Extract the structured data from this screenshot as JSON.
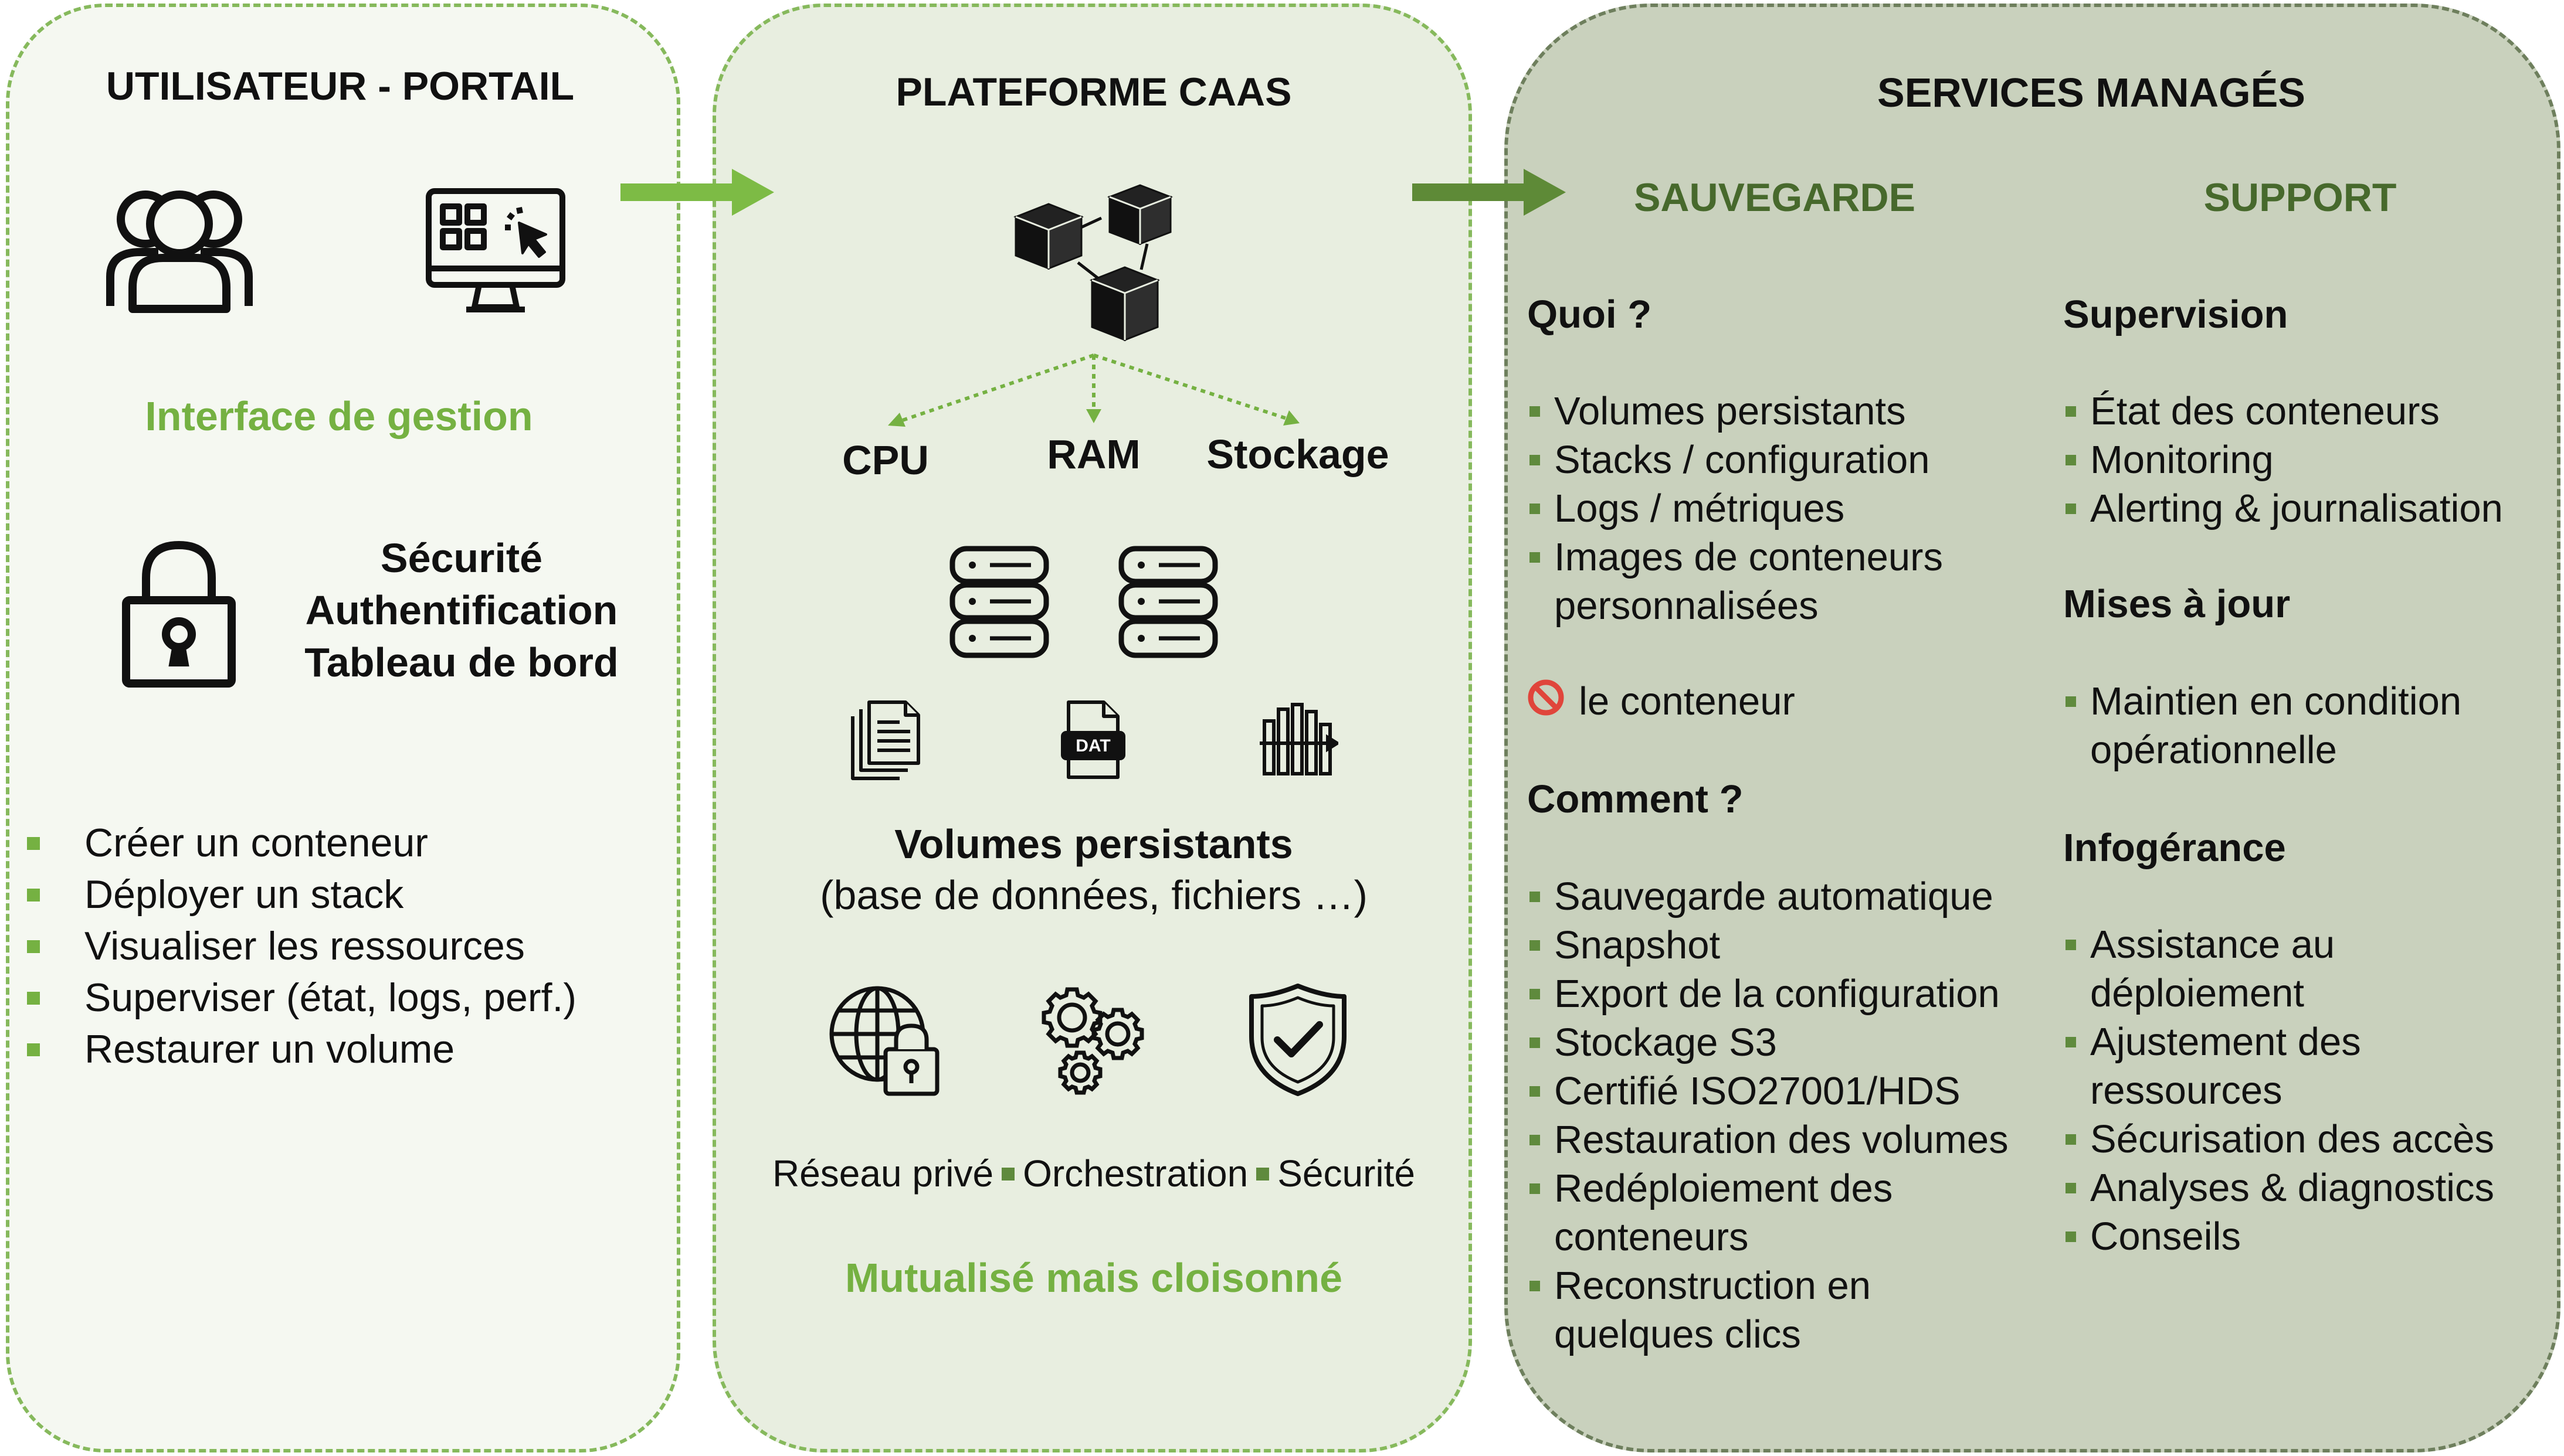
{
  "portal": {
    "title": "UTILISATEUR - PORTAIL",
    "interface_label": "Interface de gestion",
    "security_lines": [
      "Sécurité",
      "Authentification",
      "Tableau de bord"
    ],
    "actions": [
      "Créer un conteneur",
      "Déployer un stack",
      "Visualiser les ressources",
      "Superviser (état, logs, perf.)",
      "Restaurer un volume"
    ]
  },
  "caas": {
    "title": "PLATEFORME CAAS",
    "resources": [
      "CPU",
      "RAM",
      "Stockage"
    ],
    "volumes_title": "Volumes persistants",
    "volumes_subtitle": "(base de données, fichiers …)",
    "features": [
      "Réseau privé",
      "Orchestration",
      "Sécurité"
    ],
    "tagline": "Mutualisé mais cloisonné",
    "dat_label": "DAT"
  },
  "services": {
    "title": "SERVICES MANAGÉS",
    "backup": {
      "heading": "SAUVEGARDE",
      "what_title": "Quoi ?",
      "what_items": [
        "Volumes persistants",
        "Stacks / configuration",
        "Logs / métriques",
        [
          "Images de conteneurs",
          "personnalisées"
        ]
      ],
      "excluded": "le conteneur",
      "how_title": "Comment ?",
      "how_items": [
        "Sauvegarde automatique",
        "Snapshot",
        "Export de la configuration",
        "Stockage S3",
        "Certifié ISO27001/HDS",
        "Restauration des volumes",
        [
          "Redéploiement des",
          "conteneurs"
        ],
        [
          "Reconstruction en",
          "quelques clics"
        ]
      ]
    },
    "support": {
      "heading": "SUPPORT",
      "supervision_title": "Supervision",
      "supervision_items": [
        "État des conteneurs",
        "Monitoring",
        "Alerting & journalisation"
      ],
      "updates_title": "Mises à jour",
      "updates_items": [
        [
          "Maintien en condition",
          "opérationnelle"
        ]
      ],
      "outsourcing_title": "Infogérance",
      "outsourcing_items": [
        [
          "Assistance au",
          "déploiement"
        ],
        [
          "Ajustement des",
          "ressources"
        ],
        "Sécurisation des accès",
        "Analyses & diagnostics",
        "Conseils"
      ]
    }
  },
  "colors": {
    "accent_green": "#75b142",
    "dark_green": "#47692c",
    "arrow_light": "#7dbb45",
    "arrow_dark": "#5e8a37"
  }
}
